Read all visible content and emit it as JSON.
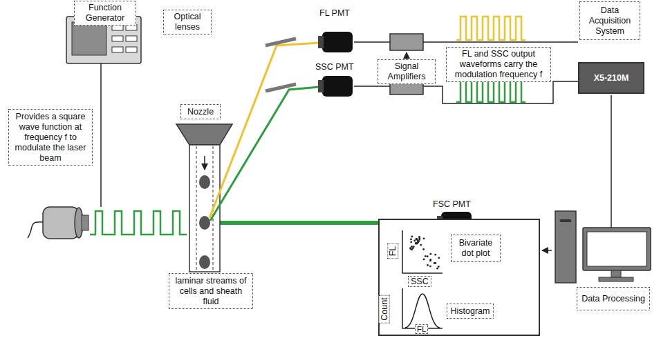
{
  "diagram": {
    "nodes": [
      {
        "text": [
          "Function Generator"
        ]
      },
      {
        "text": [
          "Provides a square wave function at frequency f to modulate the laser beam"
        ]
      },
      {
        "text": [
          "Optical lenses"
        ]
      },
      {
        "text": [
          "Nozzle"
        ]
      },
      {
        "text": [
          "Signal Amplifiers"
        ]
      },
      {
        "text": [
          "FL and SSC output waveforms carry the modulation frequency f"
        ]
      },
      {
        "text": [
          "Data Acquisition System"
        ]
      },
      {
        "text": [
          "X5-210M"
        ]
      },
      {
        "text": [
          "laminar streams of cells and sheath fluid"
        ]
      },
      {
        "text": [
          "Bivariate dot plot"
        ]
      },
      {
        "text": [
          "Histogram"
        ]
      },
      {
        "text": [
          "Data Processing"
        ]
      }
    ],
    "labels": [
      "FL PMT",
      "SSC PMT",
      "FSC PMT",
      "FL",
      "SSC",
      "Count",
      "FL"
    ]
  }
}
